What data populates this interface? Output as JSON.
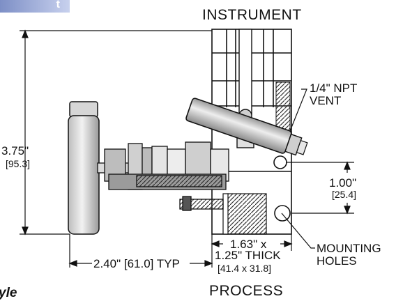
{
  "corner_tag": "t",
  "style_word": "yle",
  "labels": {
    "top": "INSTRUMENT",
    "bottom": "PROCESS",
    "height_in": "3.75\"",
    "height_mm": "[95.3]",
    "vent_line1": "1/4\" NPT",
    "vent_line2": "VENT",
    "offset_in": "1.00\"",
    "offset_mm": "[25.4]",
    "width": "2.40\" [61.0] TYP",
    "block_line1": "1.63\" x",
    "block_line2": "1.25\" THICK",
    "block_line3": "[41.4 x 31.8]",
    "holes_line1": "MOUNTING",
    "holes_line2": "HOLES"
  }
}
